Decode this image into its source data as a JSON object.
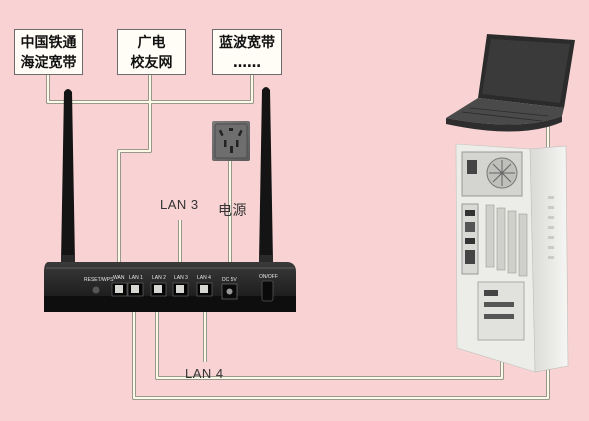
{
  "isp_boxes": [
    {
      "line1": "中国铁通",
      "line2": "海淀宽带"
    },
    {
      "line1": "广电",
      "line2": "校友网"
    },
    {
      "line1": "蓝波宽带",
      "line2": "……"
    }
  ],
  "labels": {
    "lan3": "LAN 3",
    "power": "电源",
    "lan4": "LAN 4"
  },
  "router": {
    "ports": [
      "WAN",
      "LAN 1",
      "LAN 2",
      "LAN 3",
      "LAN 4"
    ],
    "reset": "RESET/WPS",
    "dc": "DC 5V",
    "power_switch": "ON/OFF"
  },
  "colors": {
    "background": "#f9d3d3",
    "cable": "#fcf9e4",
    "router": "#1e1e1e",
    "laptop": "#2b2b2b",
    "tower": "#f1f1ee"
  }
}
